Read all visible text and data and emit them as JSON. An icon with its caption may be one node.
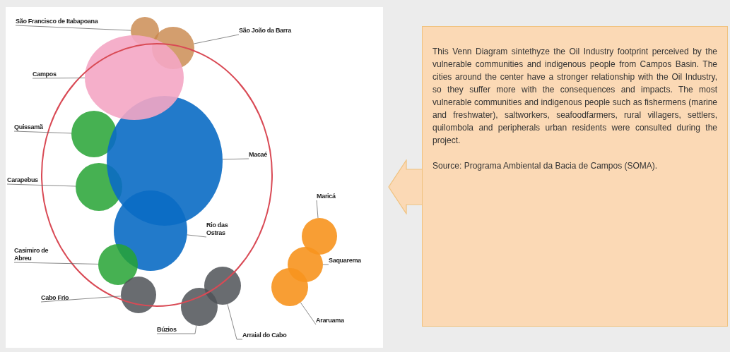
{
  "diagram": {
    "nodes": [
      {
        "text": [],
        "shape": "circle"
      },
      {
        "text": [],
        "shape": "circle"
      },
      {
        "text": [],
        "shape": "circle"
      },
      {
        "text": [],
        "shape": "circle"
      },
      {
        "text": [],
        "shape": "circle",
        "in": 0
      },
      {
        "text": [],
        "shape": "circle",
        "in": 0
      },
      {
        "text": [],
        "shape": "circle",
        "in": 0
      },
      {
        "text": [],
        "shape": "circle",
        "in": 0
      },
      {
        "text": [],
        "shape": "circle",
        "in": 0
      },
      {
        "text": [],
        "shape": "circle"
      },
      {
        "text": [],
        "shape": "circle"
      },
      {
        "text": [],
        "shape": "circle",
        "in": 0
      },
      {
        "text": [],
        "shape": "circle"
      },
      {
        "text": [],
        "shape": "circle"
      },
      {
        "text": [],
        "shape": "circle"
      },
      {
        "text": [
          "São Francisco de Itabapoana"
        ]
      },
      {
        "text": [
          "São João da Barra"
        ]
      },
      {
        "text": [
          "Campos"
        ]
      },
      {
        "text": [
          "Quissamã"
        ]
      },
      {
        "text": [
          "Carapebus"
        ]
      },
      {
        "text": [
          "Macaé"
        ],
        "in": 0
      },
      {
        "text": [
          "Rio das Ostras"
        ],
        "in": 0
      },
      {
        "text": [
          "Casimiro de Abreu"
        ]
      },
      {
        "text": [
          "Cabo Frio"
        ],
        "in": 0
      },
      {
        "text": [
          "Búzios"
        ]
      },
      {
        "text": [
          "Arraial do Cabo"
        ]
      },
      {
        "text": [
          "Maricá"
        ]
      },
      {
        "text": [
          "Saquarema"
        ]
      },
      {
        "text": [
          "Araruama"
        ]
      },
      {
        "text": [],
        "shape": "arrow"
      },
      {
        "text": [
          "This Venn Diagram sintethyze the Oil Industry footprint perceived by the vulnerable communities and indigenous people from Campos Basin. The cities around the center have a stronger relationship with the Oil Industry, so they suffer more with the consequences and impacts. The most vulnerable communities and indigenous people such as fishermens (marine and freshwater), saltworkers, seafoodfarmers, rural villagers, settlers, quilombola and peripherals urban residents were consulted during the project.",
          "Source: Programa Ambiental da Bacia de Campos (SOMA)."
        ]
      }
    ],
    "edges": [
      {
        "from": 15,
        "to": 1,
        "arrow": "none"
      },
      {
        "from": 16,
        "to": 2,
        "arrow": "none"
      },
      {
        "from": 17,
        "to": 3,
        "arrow": "none"
      },
      {
        "from": 18,
        "to": 4,
        "arrow": "none"
      },
      {
        "from": 19,
        "to": 5,
        "arrow": "none"
      },
      {
        "from": 20,
        "to": 6,
        "arrow": "none"
      },
      {
        "from": 21,
        "to": 7,
        "arrow": "none"
      },
      {
        "from": 22,
        "to": 8,
        "arrow": "none"
      },
      {
        "from": 23,
        "to": 9,
        "arrow": "none"
      },
      {
        "from": 24,
        "to": 10,
        "arrow": "none"
      },
      {
        "from": 25,
        "to": 11,
        "arrow": "none"
      },
      {
        "from": 26,
        "to": 12,
        "arrow": "none"
      },
      {
        "from": 27,
        "to": 13,
        "arrow": "none"
      },
      {
        "from": 28,
        "to": 14,
        "arrow": "none"
      }
    ]
  }
}
